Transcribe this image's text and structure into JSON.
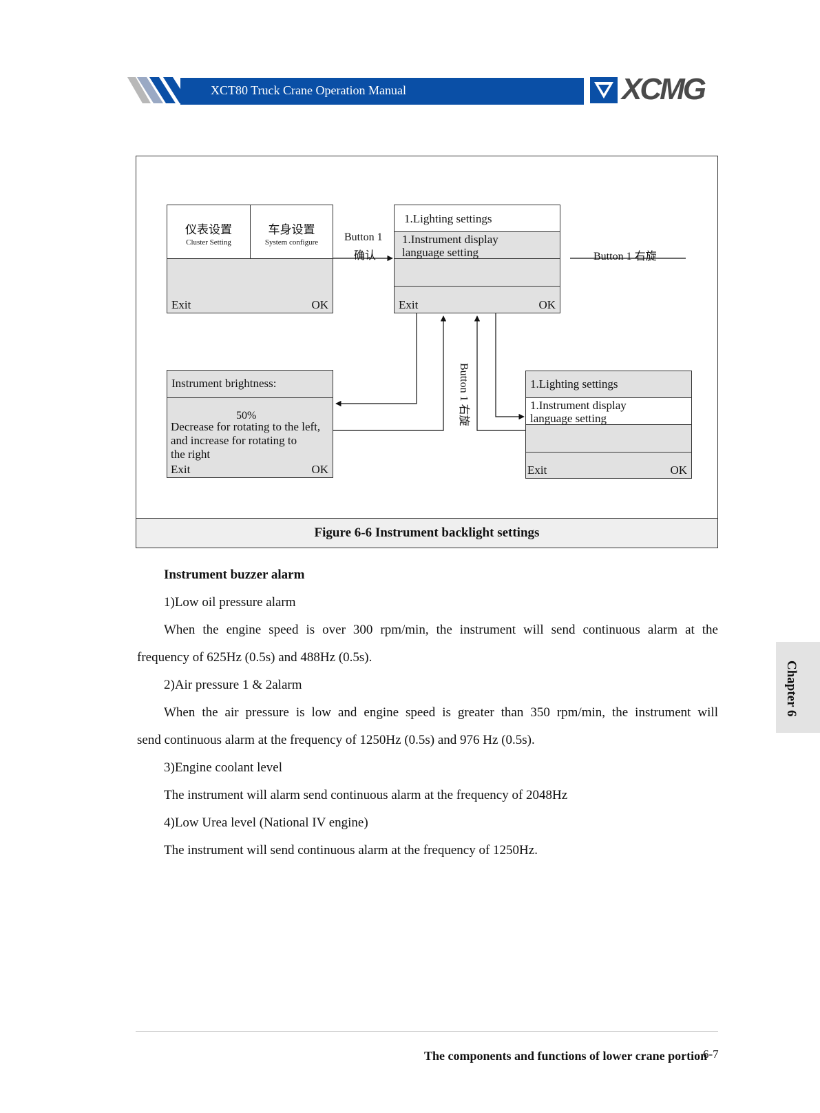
{
  "header": {
    "title": "XCT80 Truck Crane Operation Manual",
    "brand": "XCMG",
    "bar_color": "#0a4fa6"
  },
  "figure": {
    "caption": "Figure 6-6 Instrument backlight settings",
    "panel_main": {
      "tab1_cn": "仪表设置",
      "tab1_en": "Cluster Setting",
      "tab2_cn": "车身设置",
      "tab2_en": "System configure",
      "exit": "Exit",
      "ok": "OK"
    },
    "panel_lighting": {
      "item1": "1.Lighting settings",
      "item2_line1": "1.Instrument display",
      "item2_line2": "language setting",
      "exit": "Exit",
      "ok": "OK"
    },
    "panel_lighting_2": {
      "item1": "1.Lighting settings",
      "item2_line1": "1.Instrument display",
      "item2_line2": "language setting",
      "exit": "Exit",
      "ok": "OK"
    },
    "panel_brightness": {
      "title": "Instrument brightness:",
      "value": "50%",
      "line1": "Decrease for rotating to the left,",
      "line2": "and increase for rotating to",
      "line3": "the right",
      "exit": "Exit",
      "ok": "OK"
    },
    "labels": {
      "button1_confirm_en": "Button 1",
      "button1_confirm_cn": "确认",
      "button1_right_top": "Button 1  右旋",
      "button1_right_vertical": "Button 1  右旋"
    }
  },
  "body": {
    "heading": "Instrument buzzer alarm",
    "item1_title": "1)Low oil pressure alarm",
    "item1_line1": "When the engine speed is over 300 rpm/min, the instrument will send continuous alarm at the",
    "item1_line2": "frequency of 625Hz (0.5s) and 488Hz (0.5s).",
    "item2_title": "2)Air pressure 1 & 2alarm",
    "item2_line1": "When the air pressure is low and engine speed is greater than 350 rpm/min, the instrument will",
    "item2_line2": "send continuous alarm at the frequency of 1250Hz (0.5s) and 976 Hz (0.5s).",
    "item3_title": "3)Engine coolant level",
    "item3_line1": "The instrument will alarm send continuous alarm at the frequency of 2048Hz",
    "item4_title": "4)Low Urea level (National IV engine)",
    "item4_line1": "The instrument will send continuous alarm at the frequency of 1250Hz."
  },
  "side_tab": {
    "label": "Chapter 6"
  },
  "footer": {
    "title": "The components and functions of lower crane portion",
    "page": "6-7"
  }
}
